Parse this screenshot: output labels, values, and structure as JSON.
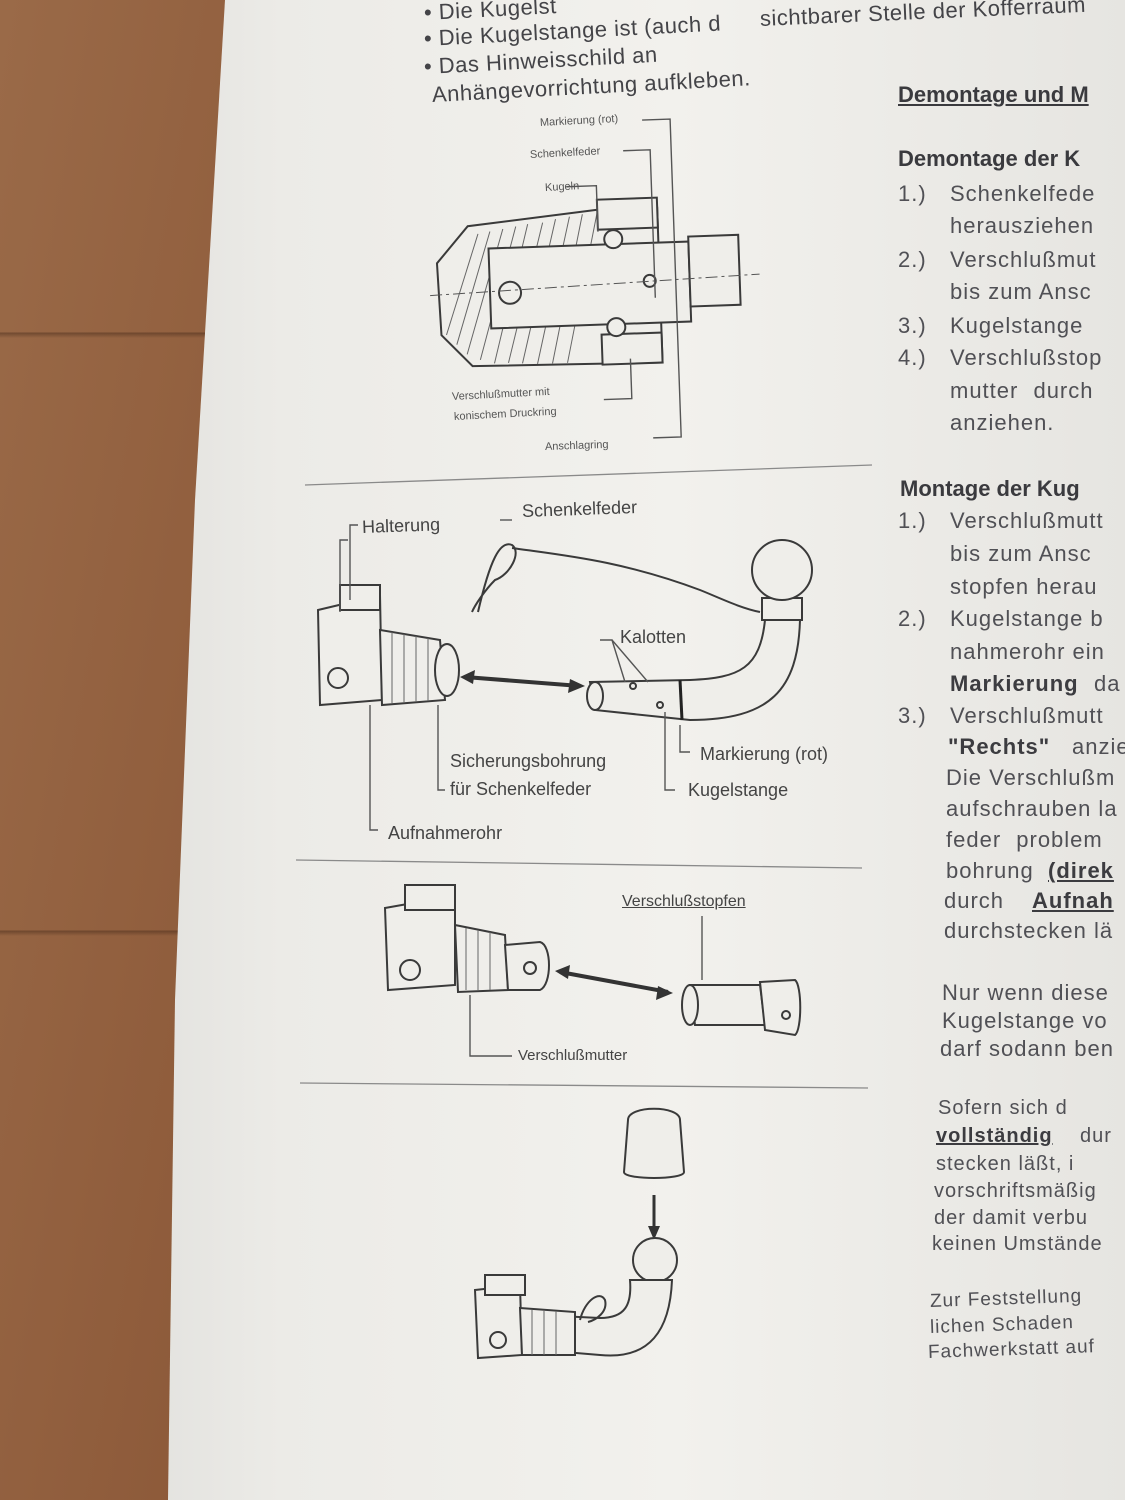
{
  "top_lines": [
    "• Die Kugelst",
    "• Die Kugelstange ist (auch d",
    "sichtbarer Stelle der Kofferraum",
    "• Das Hinweisschild an",
    "Anhängevorrichtung aufkleben."
  ],
  "figure1": {
    "labels": {
      "markierung_rot": "Markierung (rot)",
      "schenkelfeder": "Schenkelfeder",
      "kugeln": "Kugeln",
      "verschlussmutter": "Verschlußmutter mit",
      "druckring": "konischem Druckring",
      "anschlagring": "Anschlagring"
    }
  },
  "figure2": {
    "labels": {
      "halterung": "Halterung",
      "schenkelfeder": "Schenkelfeder",
      "kalotten": "Kalotten",
      "sicherungsbohrung": "Sicherungsbohrung",
      "fuer_schenkelfeder": "für Schenkelfeder",
      "markierung_rot": "Markierung (rot)",
      "kugelstange": "Kugelstange",
      "aufnahmerohr": "Aufnahmerohr"
    }
  },
  "figure3": {
    "labels": {
      "verschlussstopfen": "Verschlußstopfen",
      "verschlussmutter": "Verschlußmutter"
    }
  },
  "right_column": {
    "section_title": "Demontage und M",
    "demontage_heading": "Demontage der K",
    "demontage_lines": [
      {
        "num": "1.)",
        "text": "Schenkelfede"
      },
      {
        "num": "",
        "text": "herausziehen"
      },
      {
        "num": "2.)",
        "text": "Verschlußmut"
      },
      {
        "num": "",
        "text": "bis zum Ansc"
      },
      {
        "num": "3.)",
        "text": "Kugelstange"
      },
      {
        "num": "4.)",
        "text": "Verschlußstop"
      },
      {
        "num": "",
        "text": "mutter  durch"
      },
      {
        "num": "",
        "text": "anziehen."
      }
    ],
    "montage_heading": "Montage der Kug",
    "montage_lines": [
      {
        "num": "1.)",
        "text": "Verschlußmutt"
      },
      {
        "num": "",
        "text": "bis zum Ansc"
      },
      {
        "num": "",
        "text": "stopfen herau"
      },
      {
        "num": "2.)",
        "text": "Kugelstange b"
      },
      {
        "num": "",
        "text": "nahmerohr ein"
      },
      {
        "num": "",
        "text": "Markierung",
        "extra": "da"
      },
      {
        "num": "3.)",
        "text": "Verschlußmutt"
      },
      {
        "num": "",
        "text": "\"Rechts\"",
        "extra": "anzie"
      },
      {
        "num": "",
        "text": "Die Verschlußm"
      },
      {
        "num": "",
        "text": "aufschrauben la"
      },
      {
        "num": "",
        "text": "feder  problem"
      },
      {
        "num": "",
        "text": "bohrung",
        "extra": "(direk"
      },
      {
        "num": "",
        "text": "durch",
        "extra": "Aufnah"
      },
      {
        "num": "",
        "text": "durchstecken lä"
      }
    ],
    "para1": [
      "Nur  wenn  diese",
      "Kugelstange  vo",
      "darf sodann ben"
    ],
    "para2": [
      "Sofern   sich   d",
      "vollständig",
      "dur",
      "stecken  läßt,  i",
      "vorschriftsmäßig",
      "der  damit  verbu",
      "keinen Umstände"
    ],
    "para3": [
      "Zur  Feststellung",
      "lichen   Schaden",
      "Fachwerkstatt auf"
    ]
  }
}
